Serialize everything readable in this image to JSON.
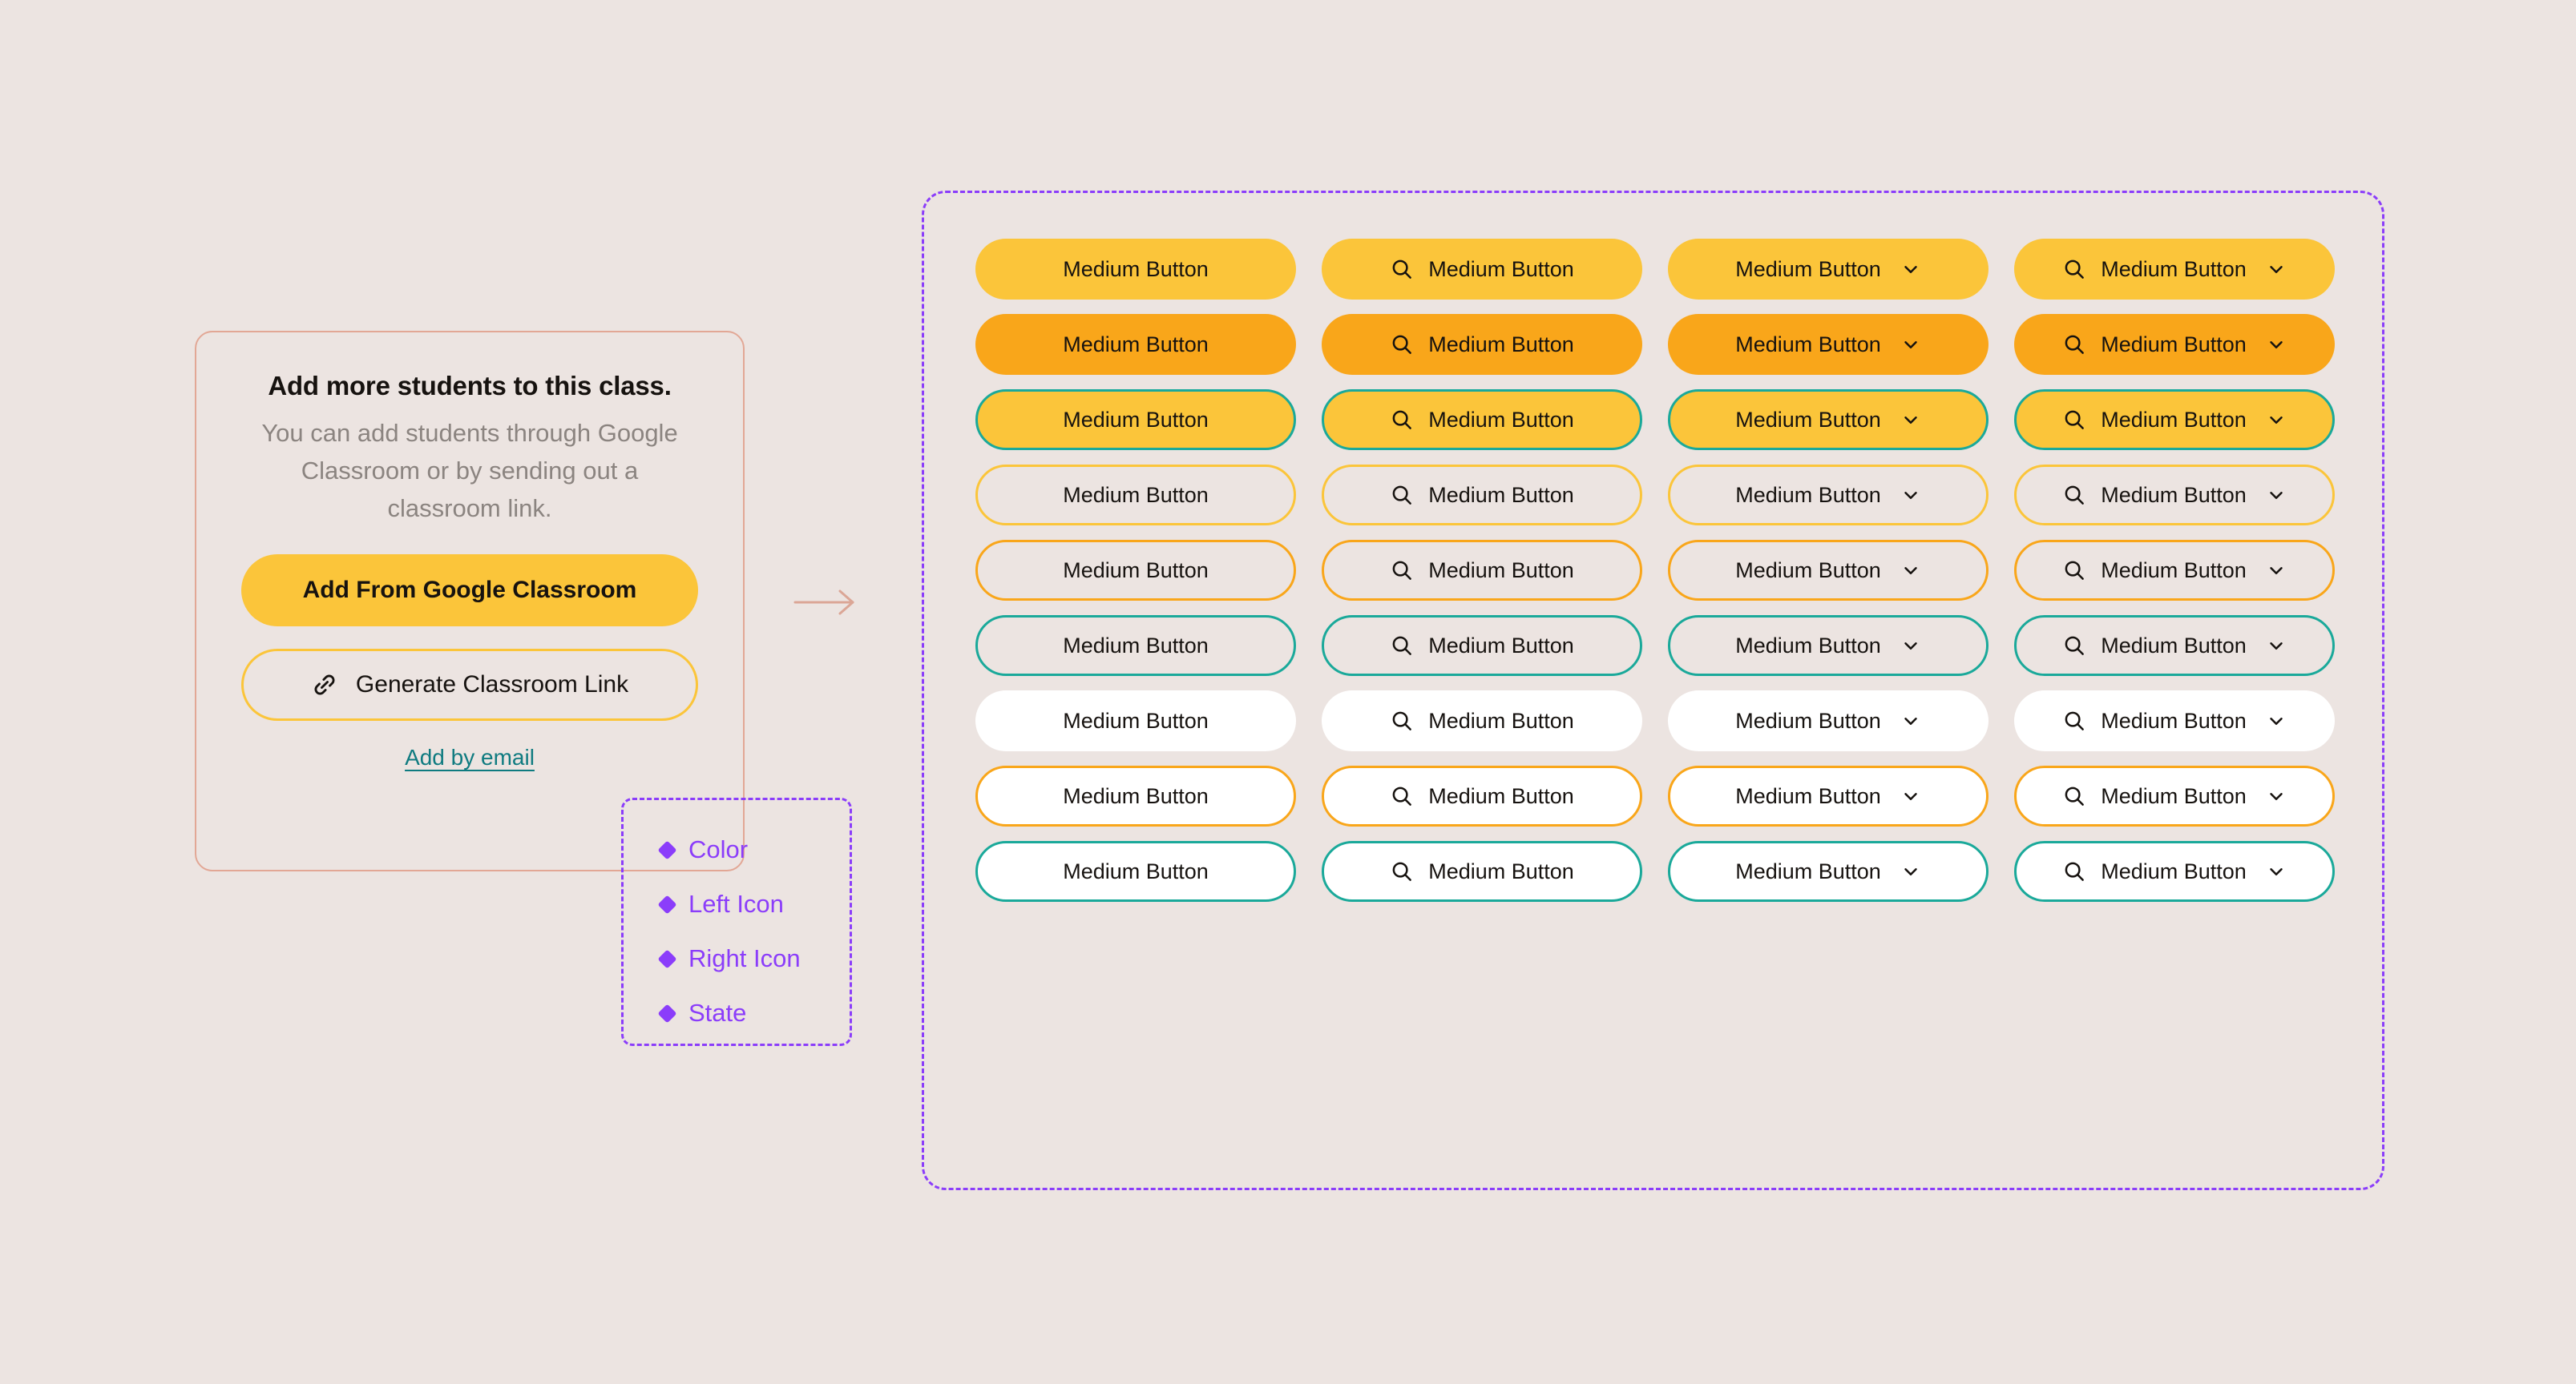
{
  "canvas": {
    "background": "#ece4e1"
  },
  "card": {
    "title": "Add more students to this class.",
    "description": "You can add students through Google Classroom or by sending out a classroom link.",
    "primary_button": "Add From Google Classroom",
    "secondary_button": "Generate Classroom Link",
    "secondary_button_icon": "link-icon",
    "email_link": "Add by email",
    "border_color": "#e2a795",
    "primary_color": "#fbc53a",
    "link_color": "#0f7b80"
  },
  "connector": {
    "icon": "arrow-right-icon",
    "color": "#dba696"
  },
  "legend": {
    "accent_color": "#8b3dfa",
    "bullet_icon": "diamond-icon",
    "items": [
      {
        "label": "Color"
      },
      {
        "label": "Left Icon"
      },
      {
        "label": "Right Icon"
      },
      {
        "label": "State"
      }
    ]
  },
  "grid": {
    "border_color": "#8b3dfa",
    "label": "Medium Button",
    "icons": {
      "left": "search-icon",
      "right": "chevron-down-icon"
    },
    "columns": [
      {
        "name": "label-only",
        "left_icon": false,
        "right_icon": false
      },
      {
        "name": "left-icon",
        "left_icon": true,
        "right_icon": false
      },
      {
        "name": "right-icon",
        "left_icon": false,
        "right_icon": true
      },
      {
        "name": "left-and-right-icon",
        "left_icon": true,
        "right_icon": true
      }
    ],
    "rows": [
      {
        "name": "primary-default",
        "fill": "#fbc53a",
        "border": "none",
        "border_color": "transparent"
      },
      {
        "name": "primary-hover",
        "fill": "#f9a61a",
        "border": "none",
        "border_color": "transparent"
      },
      {
        "name": "primary-focus",
        "fill": "#fbc53a",
        "border": "solid",
        "border_color": "#1aa99a"
      },
      {
        "name": "outline-default",
        "fill": "transparent",
        "border": "solid",
        "border_color": "#fbc53a"
      },
      {
        "name": "outline-hover",
        "fill": "transparent",
        "border": "solid",
        "border_color": "#f9a61a"
      },
      {
        "name": "outline-focus",
        "fill": "transparent",
        "border": "solid",
        "border_color": "#1aa99a"
      },
      {
        "name": "white-default",
        "fill": "#ffffff",
        "border": "none",
        "border_color": "transparent"
      },
      {
        "name": "white-hover",
        "fill": "#ffffff",
        "border": "solid",
        "border_color": "#f9a61a"
      },
      {
        "name": "white-focus",
        "fill": "#ffffff",
        "border": "solid",
        "border_color": "#1aa99a"
      }
    ]
  }
}
